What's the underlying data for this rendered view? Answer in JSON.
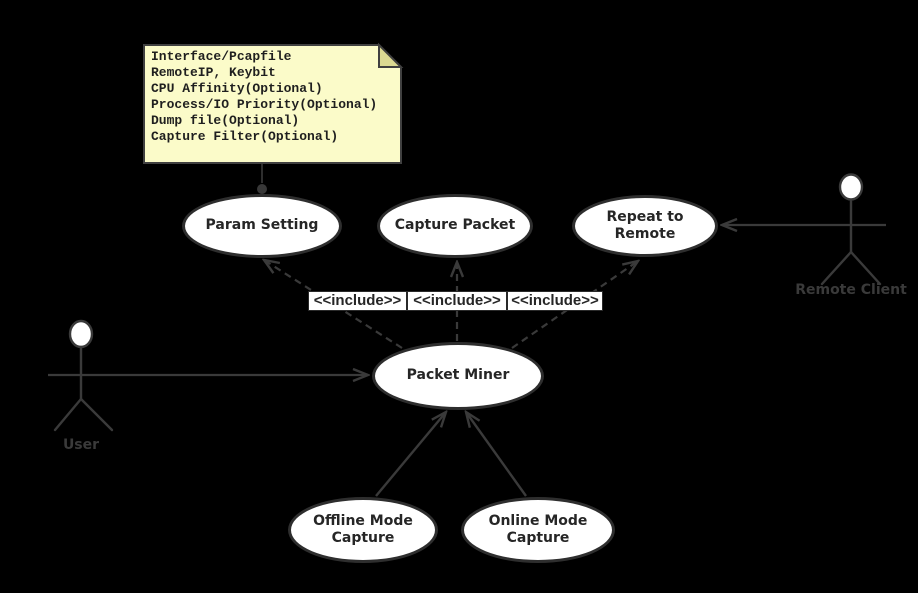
{
  "note": {
    "lines": [
      "Interface/Pcapfile",
      "RemoteIP, Keybit",
      "CPU Affinity(Optional)",
      "Process/IO Priority(Optional)",
      "Dump file(Optional)",
      "Capture Filter(Optional)"
    ]
  },
  "use_cases": [
    {
      "label": "Param Setting"
    },
    {
      "label": "Capture Packet"
    },
    {
      "label": "Repeat to Remote"
    },
    {
      "label": "Packet Miner"
    },
    {
      "label": "Offline Mode Capture"
    },
    {
      "label": "Online Mode Capture"
    }
  ],
  "actors": [
    {
      "label": "User"
    },
    {
      "label": "Remote Client"
    }
  ],
  "relationships": {
    "include_labels": [
      "<<include>>",
      "<<include>>",
      "<<include>>"
    ]
  },
  "colors": {
    "background": "#000000",
    "note_fill": "#fbfbc9",
    "note_fold": "#dbd992",
    "shape_fill": "#ffffff",
    "shape_border": "#2e2e2e",
    "line": "#3a3a3a",
    "text": "#262626"
  }
}
